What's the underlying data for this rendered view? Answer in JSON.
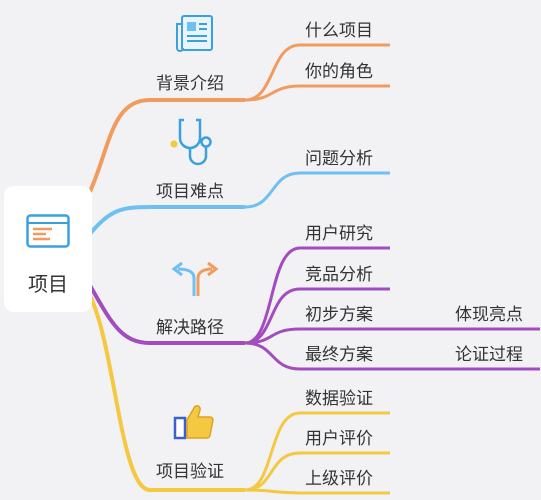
{
  "root": {
    "label": "项目",
    "icon": "document-lines-icon"
  },
  "branches": [
    {
      "label": "背景介绍",
      "color": "#f29b5f",
      "icon": "newspaper-icon",
      "children": [
        {
          "label": "什么项目"
        },
        {
          "label": "你的角色"
        }
      ]
    },
    {
      "label": "项目难点",
      "color": "#6ec0f0",
      "icon": "stethoscope-icon",
      "children": [
        {
          "label": "问题分析"
        }
      ]
    },
    {
      "label": "解决路径",
      "color": "#a24cc0",
      "icon": "fork-arrows-icon",
      "children": [
        {
          "label": "用户研究"
        },
        {
          "label": "竞品分析"
        },
        {
          "label": "初步方案",
          "children": [
            {
              "label": "体现亮点"
            }
          ]
        },
        {
          "label": "最终方案",
          "children": [
            {
              "label": "论证过程"
            }
          ]
        }
      ]
    },
    {
      "label": "项目验证",
      "color": "#f5c842",
      "icon": "thumbs-up-icon",
      "children": [
        {
          "label": "数据验证"
        },
        {
          "label": "用户评价"
        },
        {
          "label": "上级评价"
        }
      ]
    }
  ]
}
